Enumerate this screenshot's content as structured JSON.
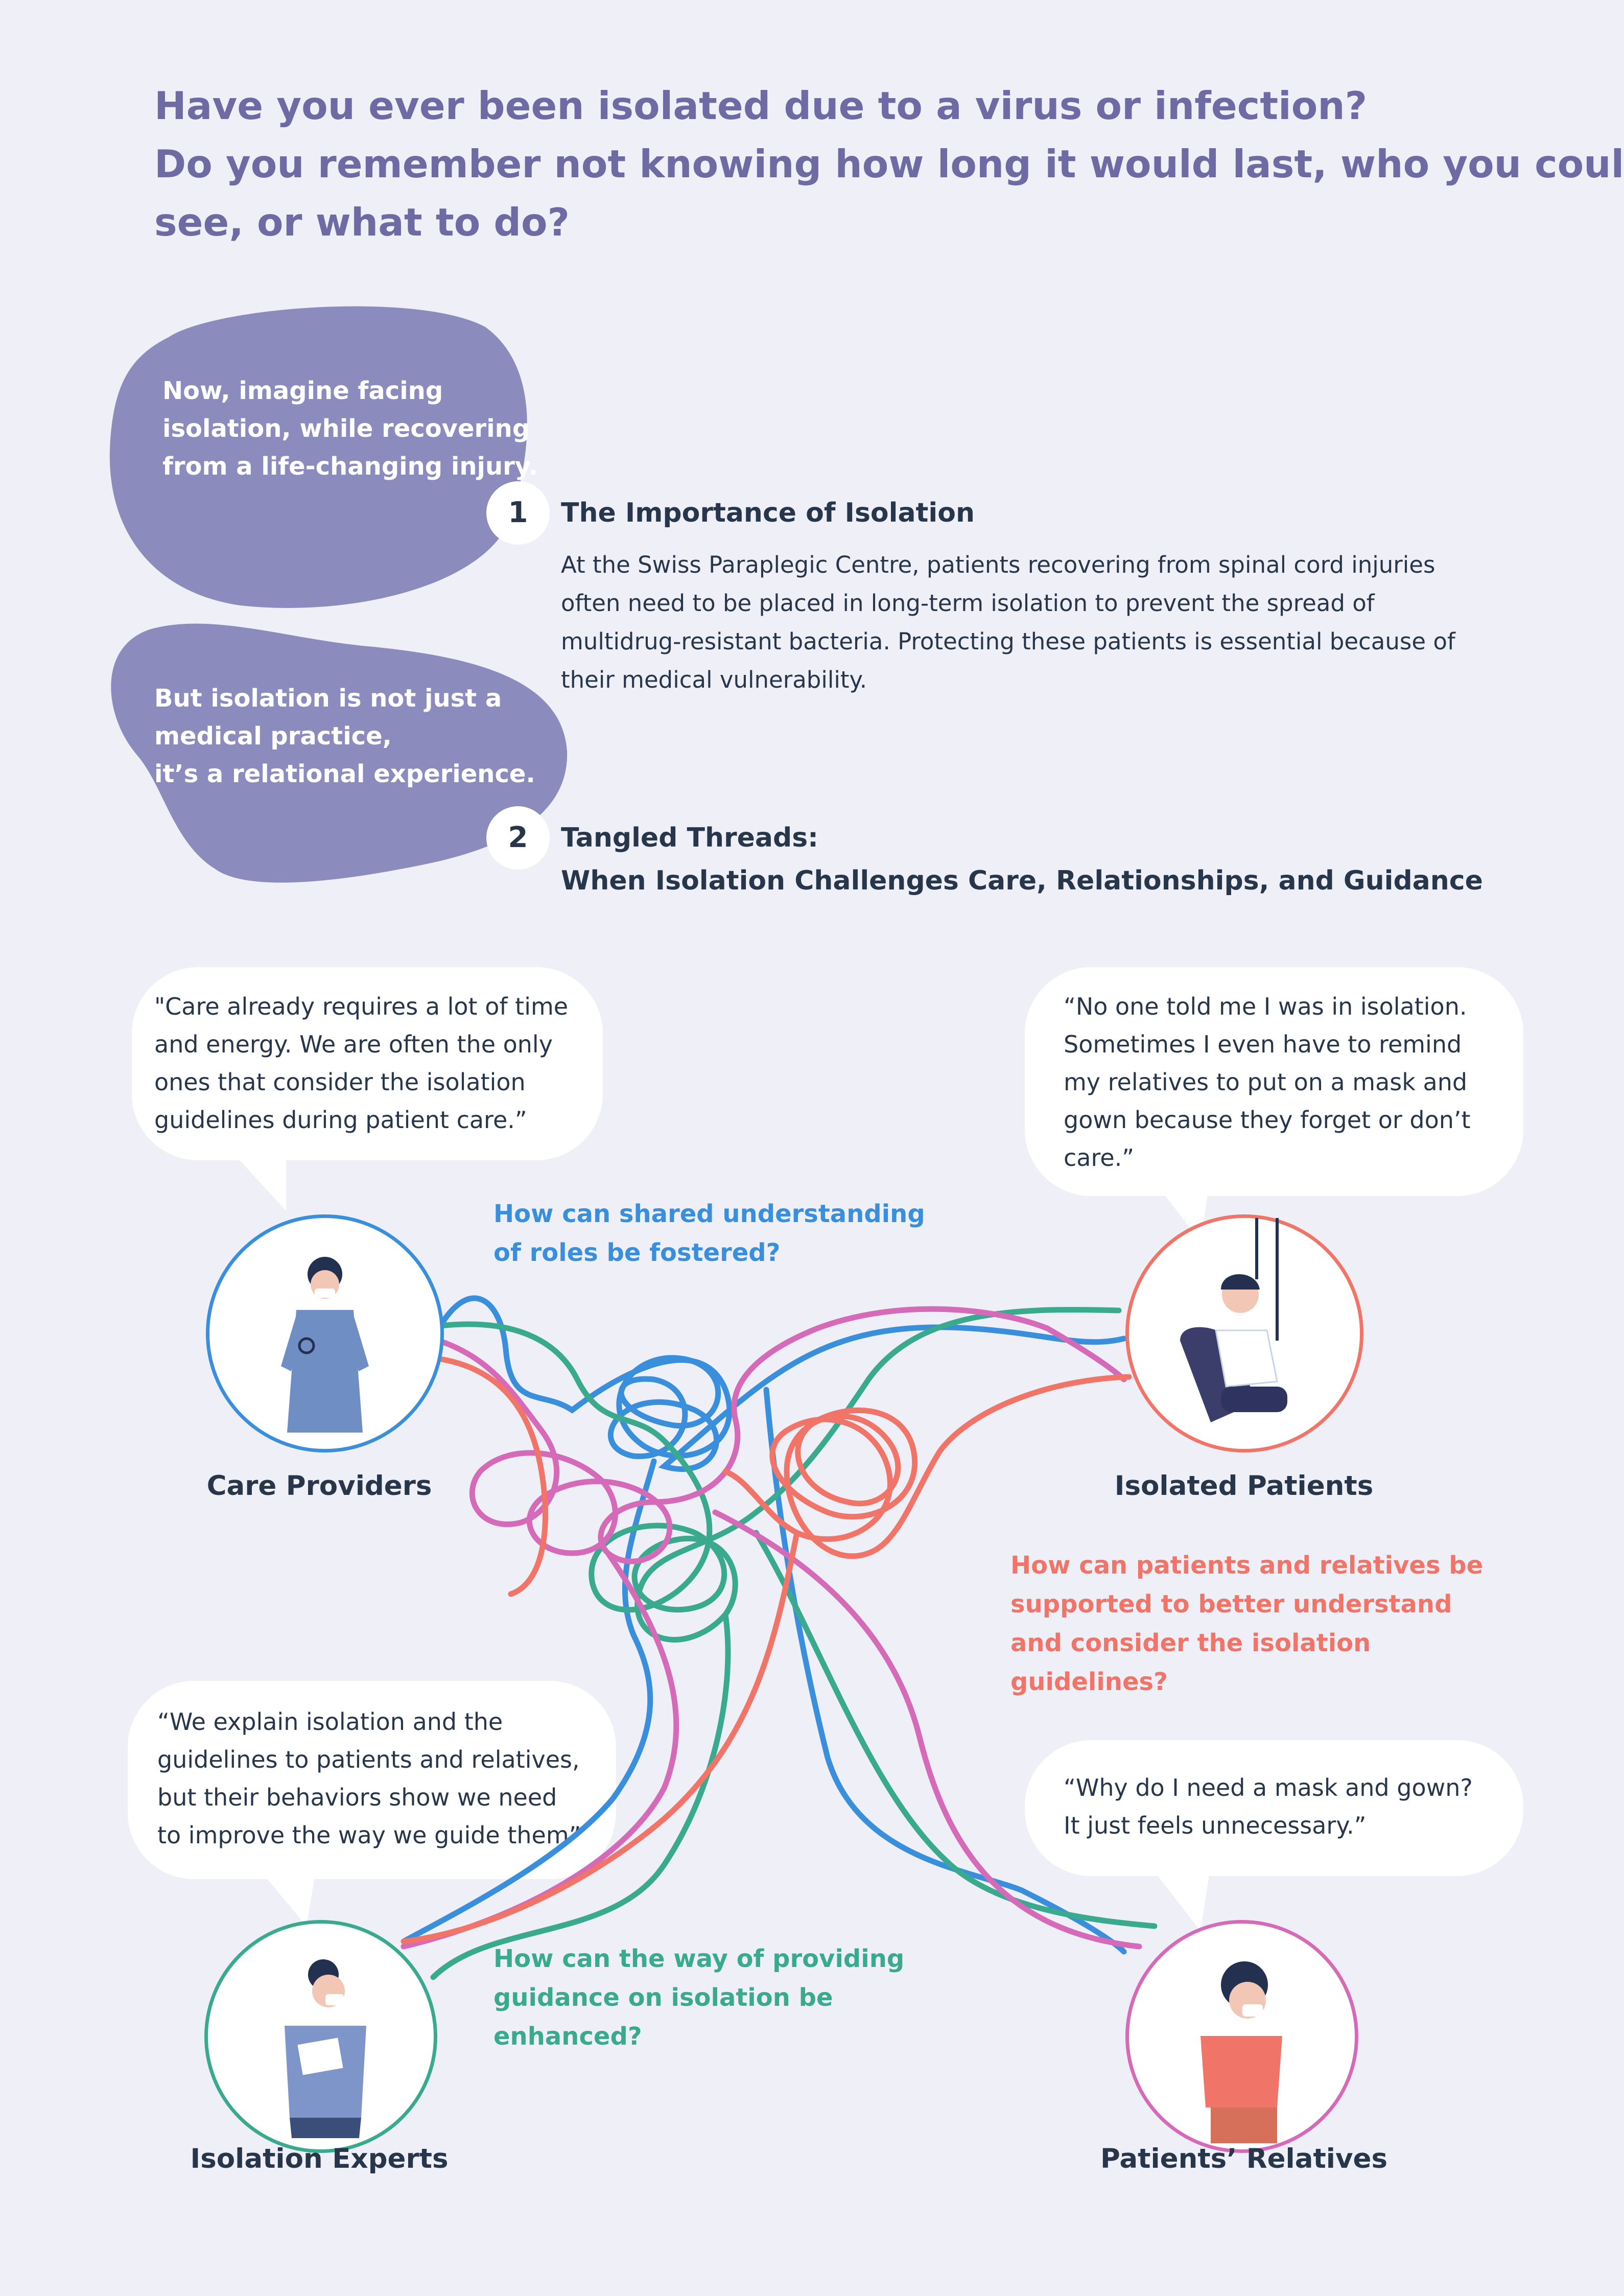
{
  "intro": {
    "line1": "Have you ever been isolated due to a virus or infection?",
    "line2": "Do you remember not knowing how long it would last, who you could",
    "line3": "see, or what to do?"
  },
  "blob1": {
    "lines": [
      "Now, imagine facing",
      "isolation, while recovering",
      "from a life-changing injury."
    ]
  },
  "blob2": {
    "lines": [
      "But isolation is not just a",
      "medical practice,",
      "it’s a relational experience."
    ]
  },
  "section1": {
    "number": "1",
    "title": "The Importance of Isolation",
    "body": "At the Swiss Paraplegic Centre, patients recovering from spinal cord injuries often need to be placed in long-term isolation to prevent the spread of multidrug-resistant bacteria. Protecting these patients is essential because of their medical vulnerability."
  },
  "section2": {
    "number": "2",
    "title_line1": "Tangled Threads:",
    "title_line2": "When Isolation Challenges Care, Relationships, and Guidance"
  },
  "care_providers": {
    "label": "Care Providers",
    "quote": [
      "\"Care already requires a lot of time",
      "and energy. We are often the only",
      "ones that consider the isolation",
      "guidelines during patient care.”"
    ],
    "question": [
      "How can shared understanding",
      "of roles be fostered?"
    ],
    "color": "#3a8fdd"
  },
  "isolated_patients": {
    "label": "Isolated Patients",
    "quote": [
      "“No one told me I was in isolation.",
      "Sometimes I even have to remind",
      "my relatives to put on a mask and",
      "gown because they forget or don’t",
      "care.”"
    ],
    "question": [
      "How can patients and relatives be",
      "supported to better understand",
      "and consider the isolation",
      "guidelines?"
    ],
    "color": "#f07468"
  },
  "isolation_experts": {
    "label": "Isolation Experts",
    "quote": [
      "“We explain isolation and the",
      "guidelines to patients and relatives,",
      "but their behaviors show we need",
      "to improve the way we guide them”"
    ],
    "question": [
      "How can the way of providing",
      "guidance on isolation be",
      "enhanced?"
    ],
    "color": "#3aaa8e"
  },
  "patients_relatives": {
    "label": "Patients’ Relatives",
    "quote": [
      "“Why do I need a mask and gown?",
      "It just feels unnecessary.”"
    ],
    "color": "#d56ab8"
  },
  "colors": {
    "background": "#efeff8",
    "blob": "#8b8bbd",
    "heading": "#6e6aa3",
    "text": "#27364a"
  }
}
